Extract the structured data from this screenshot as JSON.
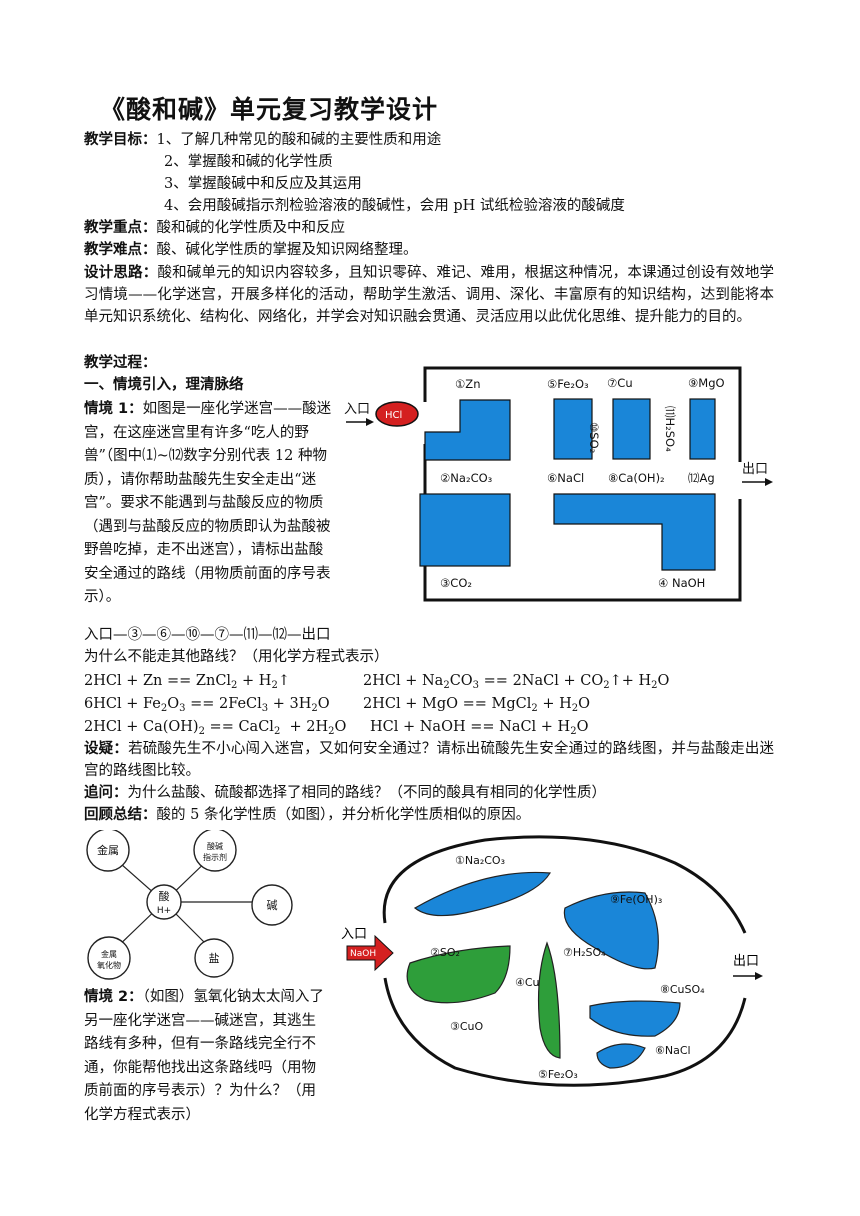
{
  "title": "《酸和碱》单元复习教学设计",
  "goals": {
    "label": "教学目标：",
    "items": [
      "1、了解几种常见的酸和碱的主要性质和用途",
      "2、掌握酸和碱的化学性质",
      "3、掌握酸碱中和反应及其运用",
      "4、会用酸碱指示剂检验溶液的酸碱性，会用 pH 试纸检验溶液的酸碱度"
    ]
  },
  "key_point": {
    "label": "教学重点：",
    "text": "酸和碱的化学性质及中和反应"
  },
  "difficulty": {
    "label": "教学难点：",
    "text": "酸、碱化学性质的掌握及知识网络整理。"
  },
  "design": {
    "label": "设计思路：",
    "text": "酸和碱单元的知识内容较多，且知识零碎、难记、难用，根据这种情况，本课通过创设有效地学习情境——化学迷宫，开展多样化的活动，帮助学生激活、调用、深化、丰富原有的知识结构，达到能将本单元知识系统化、结构化、网络化，并学会对知识融会贯通、灵活应用以此优化思维、提升能力的目的。"
  },
  "process_label": "教学过程：",
  "section1": "一、情境引入，理清脉络",
  "scenario1": {
    "label": "情境 1：",
    "text": "如图是一座化学迷宫——酸迷宫，在这座迷宫里有许多“吃人的野兽”（图中⑴~⑿数字分别代表 12 种物质），请你帮助盐酸先生安全走出“迷宫”。要求不能遇到与盐酸反应的物质（遇到与盐酸反应的物质即认为盐酸被野兽吃掉，走不出迷宫），请标出盐酸安全通过的路线（用物质前面的序号表示）。"
  },
  "maze1": {
    "entrance": "入口",
    "exit": "出口",
    "walker": "HCl",
    "labels": [
      "①Zn",
      "⑤Fe₂O₃",
      "⑦Cu",
      "⑨MgO",
      "⑩SO₂",
      "⑾H₂SO₄",
      "②Na₂CO₃",
      "⑥NaCl",
      "⑧Ca(OH)₂",
      "⑿Ag",
      "③CO₂",
      "④ NaOH"
    ]
  },
  "route": "入口—③—⑥—⑩—⑦—⑾—⑿—出口",
  "why": "为什么不能走其他路线？（用化学方程式表示）",
  "equations": [
    {
      "html": "2HCl + Zn == ZnCl<sub>2</sub> + H<sub>2</sub>↑"
    },
    {
      "html": "2HCl + Na<sub>2</sub>CO<sub>3</sub> == 2NaCl + CO<sub>2</sub>↑+ H<sub>2</sub>O"
    },
    {
      "html": "6HCl + Fe<sub>2</sub>O<sub>3</sub> == 2FeCl<sub>3</sub> + 3H<sub>2</sub>O"
    },
    {
      "html": "2HCl + MgO == MgCl<sub>2</sub> + H<sub>2</sub>O"
    },
    {
      "html": "2HCl + Ca(OH)<sub>2</sub> == CaCl<sub>2</sub> &nbsp;+ 2H<sub>2</sub>O"
    },
    {
      "html": "HCl + NaOH == NaCl + H<sub>2</sub>O"
    }
  ],
  "doubt": {
    "label": "设疑：",
    "text": "若硫酸先生不小心闯入迷宫，又如何安全通过？请标出硫酸先生安全通过的路线图，并与盐酸走出迷宫的路线图比较。"
  },
  "followup": {
    "label": "追问：",
    "text": "为什么盐酸、硫酸都选择了相同的路线？（不同的酸具有相同的化学性质）"
  },
  "review": {
    "label": "回顾总结：",
    "text": "酸的 5 条化学性质（如图），并分析化学性质相似的原因。"
  },
  "acid_diagram": {
    "center": [
      "酸",
      "H+"
    ],
    "nodes": [
      "金属",
      "酸碱指示剂",
      "碱",
      "盐",
      "金属氧化物"
    ]
  },
  "scenario2": {
    "label": "情境 2：",
    "text": "（如图）氢氧化钠太太闯入了另一座化学迷宫——碱迷宫，其逃生路线有多种，但有一条路线完全行不通，你能帮他找出这条路线吗（用物质前面的序号表示）？为什么？（用化学方程式表示）"
  },
  "maze2": {
    "entrance": "入口",
    "exit": "出口",
    "walker": "NaOH",
    "labels": [
      "①Na₂CO₃",
      "⑨Fe(OH)₃",
      "②SO₂",
      "⑦H₂SO₄",
      "④Cu",
      "⑧CuSO₄",
      "③CuO",
      "⑥NaCl",
      "⑤Fe₂O₃"
    ]
  },
  "colors": {
    "blue": "#1a86d8",
    "green": "#2e9e3a",
    "red": "#d42020"
  }
}
